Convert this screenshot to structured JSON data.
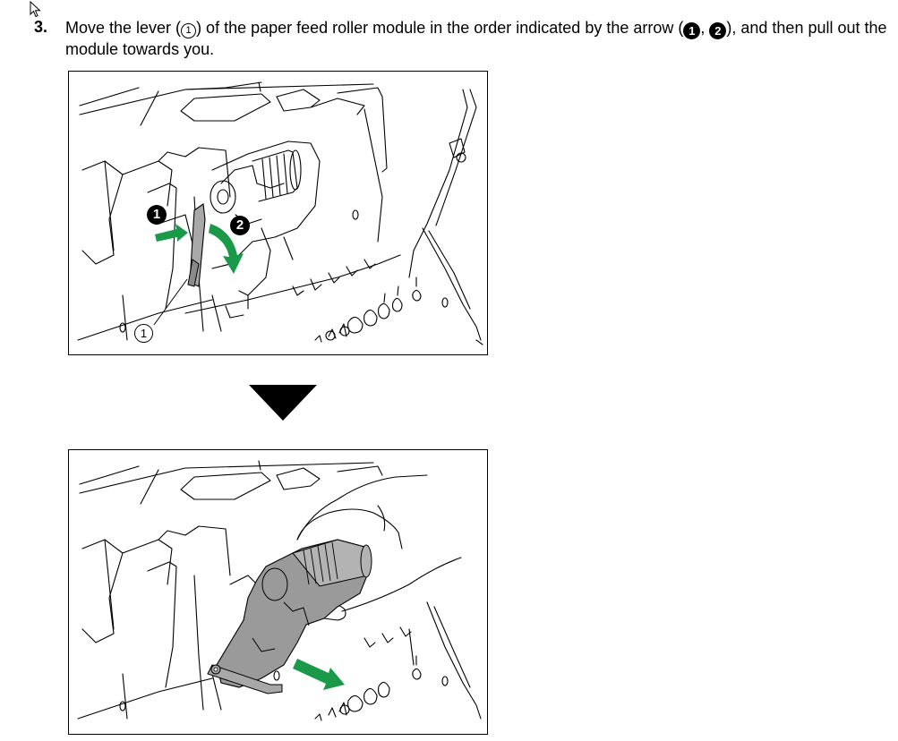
{
  "step": {
    "number": "3.",
    "text_part1": "Move the lever (",
    "lever_ref": "1",
    "text_part2": ") of the paper feed roller module in the order indicated by the arrow (",
    "arrow_ref_1": "1",
    "separator": ", ",
    "arrow_ref_2": "2",
    "text_part3": "), and then pull out the module towards you."
  },
  "figure1": {
    "badge_1": "1",
    "badge_2": "2",
    "lever_callout": "1"
  },
  "colors": {
    "arrow_green": "#1a9a48",
    "module_gray": "#9a9a9a",
    "lever_gray": "#a8a8a8"
  },
  "icons": {
    "cursor": "mouse-pointer-icon",
    "separator_arrow": "down-triangle-icon"
  }
}
